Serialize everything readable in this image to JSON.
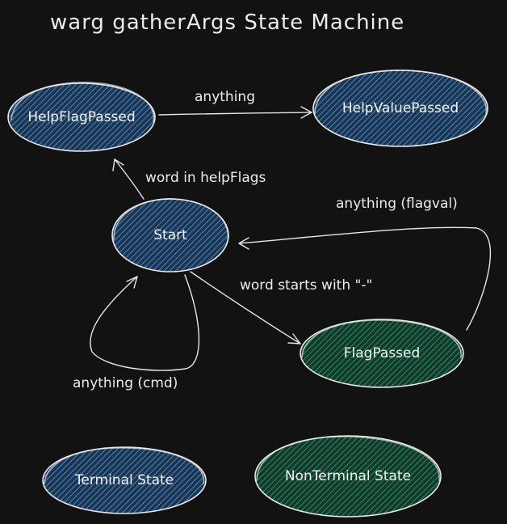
{
  "title": "warg gatherArgs State Machine",
  "colors": {
    "background": "#121212",
    "terminal_fill": "#2f5a85",
    "nonterminal_fill": "#1f5e44",
    "stroke": "#e8e8e8"
  },
  "nodes": {
    "help_flag_passed": "HelpFlagPassed",
    "help_value_passed": "HelpValuePassed",
    "start": "Start",
    "flag_passed": "FlagPassed"
  },
  "edges": {
    "anything_help": "anything",
    "word_in_help_flags": "word in helpFlags",
    "anything_flagval": "anything (flagval)",
    "word_starts_with_dash": "word starts with \"-\"",
    "anything_cmd": "anything (cmd)"
  },
  "legend": {
    "terminal": "Terminal State",
    "nonterminal": "NonTerminal State"
  }
}
